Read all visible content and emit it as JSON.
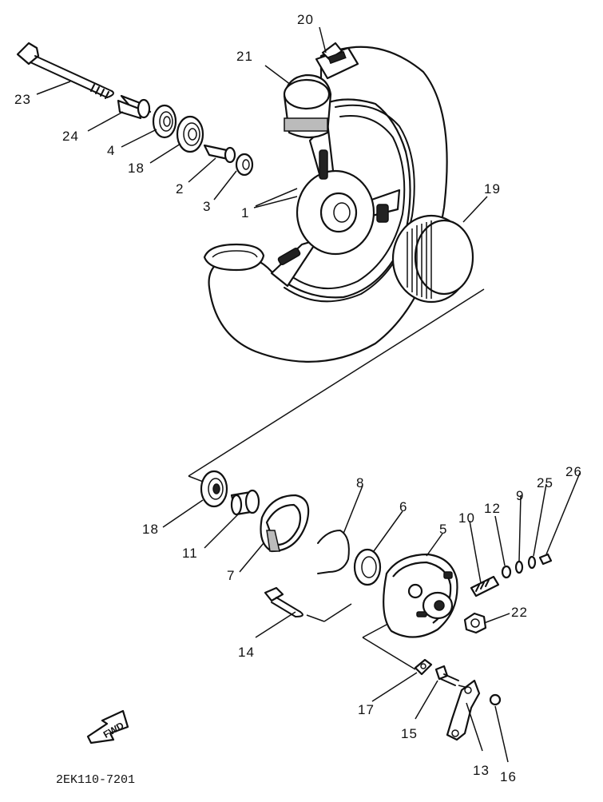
{
  "labels": {
    "p1": "1",
    "p2": "2",
    "p3": "3",
    "p4": "4",
    "p5": "5",
    "p6": "6",
    "p7": "7",
    "p8": "8",
    "p9": "9",
    "p10": "10",
    "p11": "11",
    "p12": "12",
    "p13": "13",
    "p14": "14",
    "p15": "15",
    "p16": "16",
    "p17": "17",
    "p18a": "18",
    "p18b": "18",
    "p19": "19",
    "p20": "20",
    "p21": "21",
    "p22": "22",
    "p23": "23",
    "p24": "24",
    "p25": "25",
    "p26": "26"
  },
  "direction_label": "FWD",
  "diagram_code": "2EK110-7201"
}
